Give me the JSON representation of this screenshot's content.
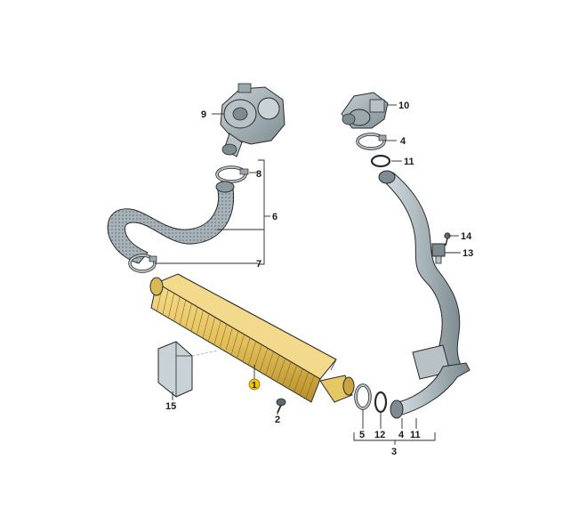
{
  "callouts": {
    "c1": "1",
    "c2": "2",
    "c3": "3",
    "c4a": "4",
    "c4b": "4",
    "c5": "5",
    "c6": "6",
    "c7": "7",
    "c8": "8",
    "c9": "9",
    "c10": "10",
    "c11a": "11",
    "c11b": "11",
    "c12": "12",
    "c13": "13",
    "c14": "14",
    "c15": "15"
  },
  "colors": {
    "intercooler": "#e6c766",
    "intercooler_accent": "#f2c200",
    "hose": "#9aa8ae",
    "hose_dark": "#6f7c82",
    "metal": "#b7c1c6",
    "outline": "#2a2a2a"
  },
  "icons": {
    "turbocharger": "turbocharger-icon",
    "throttle_body": "throttle-body-icon",
    "intercooler": "intercooler-icon",
    "hose_clamp": "hose-clamp-icon",
    "o_ring": "o-ring-icon",
    "bolt": "bolt-icon",
    "sensor": "sensor-icon",
    "bracket": "bracket-icon"
  }
}
